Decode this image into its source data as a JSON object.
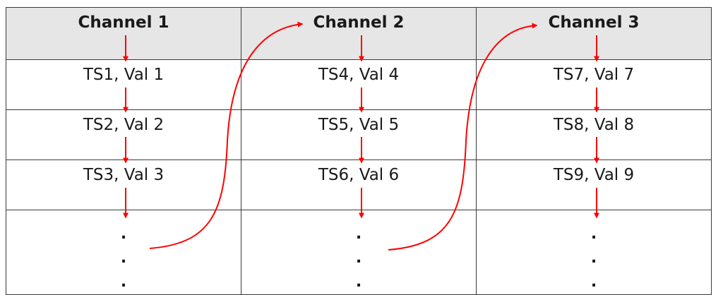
{
  "table": {
    "headers": [
      "Channel 1",
      "Channel 2",
      "Channel 3"
    ],
    "rows": [
      [
        "TS1, Val 1",
        "TS4, Val 4",
        "TS7, Val 7"
      ],
      [
        "TS2, Val 2",
        "TS5, Val 5",
        "TS8, Val 8"
      ],
      [
        "TS3, Val 3",
        "TS6, Val 6",
        "TS9, Val 9"
      ]
    ],
    "continuation": ".",
    "continuation_count": 3
  },
  "colors": {
    "arrow": "#ff0000",
    "header_background": "#e6e6e6",
    "border": "#3a3a3a"
  }
}
